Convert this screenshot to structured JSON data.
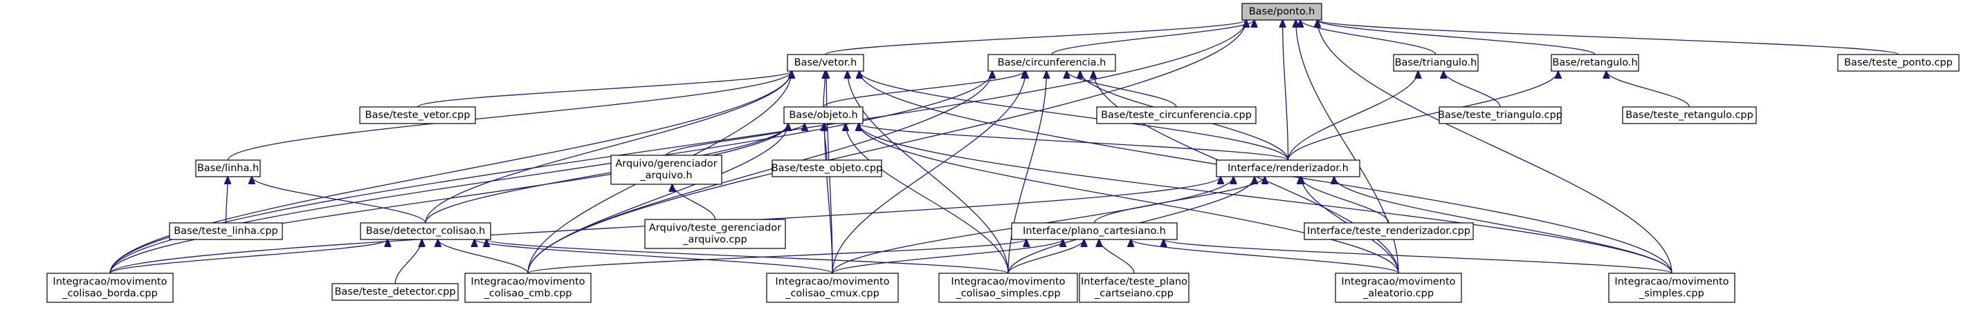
{
  "nodes": [
    {
      "id": "ponto",
      "lines": [
        "Base/ponto.h"
      ],
      "focus": true
    },
    {
      "id": "vetor",
      "lines": [
        "Base/vetor.h"
      ]
    },
    {
      "id": "circ",
      "lines": [
        "Base/circunferencia.h"
      ]
    },
    {
      "id": "tri",
      "lines": [
        "Base/triangulo.h"
      ]
    },
    {
      "id": "ret",
      "lines": [
        "Base/retangulo.h"
      ]
    },
    {
      "id": "tponto",
      "lines": [
        "Base/teste_ponto.cpp"
      ]
    },
    {
      "id": "tvetor",
      "lines": [
        "Base/teste_vetor.cpp"
      ]
    },
    {
      "id": "objeto",
      "lines": [
        "Base/objeto.h"
      ]
    },
    {
      "id": "tcirc",
      "lines": [
        "Base/teste_circunferencia.cpp"
      ]
    },
    {
      "id": "ttri",
      "lines": [
        "Base/teste_triangulo.cpp"
      ]
    },
    {
      "id": "tret",
      "lines": [
        "Base/teste_retangulo.cpp"
      ]
    },
    {
      "id": "linha",
      "lines": [
        "Base/linha.h"
      ]
    },
    {
      "id": "gerenc",
      "lines": [
        "Arquivo/gerenciador",
        "_arquivo.h"
      ]
    },
    {
      "id": "tobj",
      "lines": [
        "Base/teste_objeto.cpp"
      ]
    },
    {
      "id": "render",
      "lines": [
        "Interface/renderizador.h"
      ]
    },
    {
      "id": "tlinha",
      "lines": [
        "Base/teste_linha.cpp"
      ]
    },
    {
      "id": "det",
      "lines": [
        "Base/detector_colisao.h"
      ]
    },
    {
      "id": "tgerenc",
      "lines": [
        "Arquivo/teste_gerenciador",
        "_arquivo.cpp"
      ]
    },
    {
      "id": "plano",
      "lines": [
        "Interface/plano_cartesiano.h"
      ]
    },
    {
      "id": "trender",
      "lines": [
        "Interface/teste_renderizador.cpp"
      ]
    },
    {
      "id": "borda",
      "lines": [
        "Integracao/movimento",
        "_colisao_borda.cpp"
      ]
    },
    {
      "id": "tdet",
      "lines": [
        "Base/teste_detector.cpp"
      ]
    },
    {
      "id": "cmb",
      "lines": [
        "Integracao/movimento",
        "_colisao_cmb.cpp"
      ]
    },
    {
      "id": "cmux",
      "lines": [
        "Integracao/movimento",
        "_colisao_cmux.cpp"
      ]
    },
    {
      "id": "simples",
      "lines": [
        "Integracao/movimento",
        "_colisao_simples.cpp"
      ]
    },
    {
      "id": "tplano",
      "lines": [
        "Interface/teste_plano",
        "_cartseiano.cpp"
      ]
    },
    {
      "id": "aleat",
      "lines": [
        "Integracao/movimento",
        "_aleatorio.cpp"
      ]
    },
    {
      "id": "msimp",
      "lines": [
        "Integracao/movimento",
        "_simples.cpp"
      ]
    }
  ],
  "edges": [
    [
      "vetor",
      "ponto"
    ],
    [
      "circ",
      "ponto"
    ],
    [
      "tri",
      "ponto"
    ],
    [
      "ret",
      "ponto"
    ],
    [
      "tponto",
      "ponto"
    ],
    [
      "render",
      "ponto"
    ],
    [
      "borda",
      "ponto"
    ],
    [
      "cmb",
      "ponto"
    ],
    [
      "aleat",
      "ponto"
    ],
    [
      "msimp",
      "ponto"
    ],
    [
      "tvetor",
      "vetor"
    ],
    [
      "objeto",
      "vetor"
    ],
    [
      "linha",
      "vetor"
    ],
    [
      "render",
      "vetor"
    ],
    [
      "borda",
      "vetor"
    ],
    [
      "cmb",
      "vetor"
    ],
    [
      "cmux",
      "vetor"
    ],
    [
      "simples",
      "vetor"
    ],
    [
      "det",
      "vetor"
    ],
    [
      "msimp",
      "vetor"
    ],
    [
      "objeto",
      "circ"
    ],
    [
      "tcirc",
      "circ"
    ],
    [
      "render",
      "circ"
    ],
    [
      "borda",
      "circ"
    ],
    [
      "cmb",
      "circ"
    ],
    [
      "cmux",
      "circ"
    ],
    [
      "simples",
      "circ"
    ],
    [
      "aleat",
      "circ"
    ],
    [
      "ttri",
      "tri"
    ],
    [
      "render",
      "tri"
    ],
    [
      "tret",
      "ret"
    ],
    [
      "render",
      "ret"
    ],
    [
      "tobj",
      "objeto"
    ],
    [
      "gerenc",
      "objeto"
    ],
    [
      "render",
      "objeto"
    ],
    [
      "det",
      "objeto"
    ],
    [
      "borda",
      "objeto"
    ],
    [
      "cmb",
      "objeto"
    ],
    [
      "cmux",
      "objeto"
    ],
    [
      "simples",
      "objeto"
    ],
    [
      "aleat",
      "objeto"
    ],
    [
      "msimp",
      "objeto"
    ],
    [
      "tgerenc",
      "gerenc"
    ],
    [
      "tlinha",
      "linha"
    ],
    [
      "det",
      "linha"
    ],
    [
      "plano",
      "render"
    ],
    [
      "trender",
      "render"
    ],
    [
      "borda",
      "render"
    ],
    [
      "cmux",
      "render"
    ],
    [
      "simples",
      "render"
    ],
    [
      "aleat",
      "render"
    ],
    [
      "msimp",
      "render"
    ],
    [
      "tdet",
      "det"
    ],
    [
      "borda",
      "det"
    ],
    [
      "cmb",
      "det"
    ],
    [
      "cmux",
      "det"
    ],
    [
      "simples",
      "det"
    ],
    [
      "tplano",
      "plano"
    ],
    [
      "cmb",
      "plano"
    ],
    [
      "cmux",
      "plano"
    ],
    [
      "simples",
      "plano"
    ],
    [
      "aleat",
      "plano"
    ],
    [
      "msimp",
      "plano"
    ]
  ]
}
